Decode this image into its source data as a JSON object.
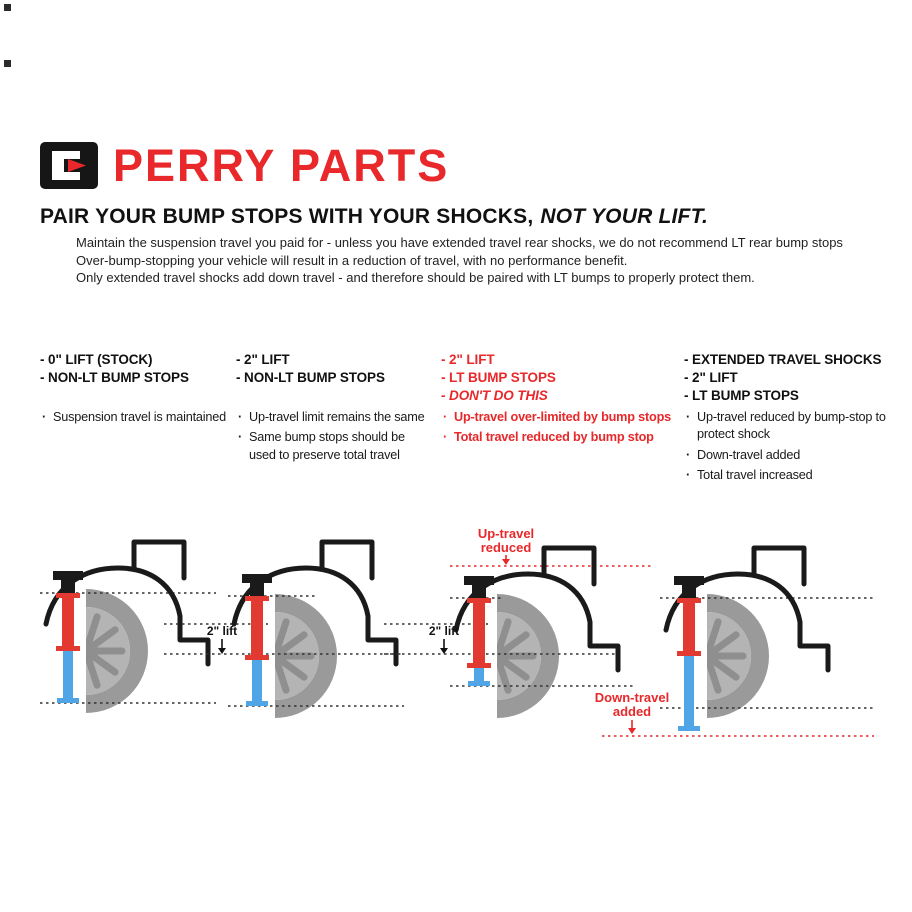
{
  "brand": {
    "name": "PERRY PARTS"
  },
  "headline": {
    "main": "PAIR YOUR BUMP STOPS WITH YOUR SHOCKS,",
    "emphasis": "NOT YOUR LIFT."
  },
  "intro": {
    "lines": [
      "Maintain the suspension travel you paid for - unless you have extended travel rear shocks, we do not recommend LT rear bump stops",
      "Over-bump-stopping your vehicle will result in a reduction of travel, with no performance benefit.",
      "Only extended travel shocks add down travel - and therefore should be paired with LT bumps to properly protect them."
    ]
  },
  "columns": [
    {
      "headers": [
        "- 0\" LIFT (STOCK)",
        "- NON-LT BUMP STOPS"
      ],
      "bullets": [
        "Suspension travel is maintained"
      ]
    },
    {
      "headers": [
        "- 2\" LIFT",
        "- NON-LT BUMP STOPS"
      ],
      "bullets": [
        "Up-travel limit remains the same",
        "Same bump stops should be used to preserve total travel"
      ]
    },
    {
      "headers": [
        "- 2\" LIFT",
        "- LT BUMP STOPS",
        "- DON'T DO THIS"
      ],
      "bullets": [
        "Up-travel over-limited by bump stops",
        "Total travel reduced by bump stop"
      ]
    },
    {
      "headers": [
        "- EXTENDED TRAVEL SHOCKS",
        "- 2\" LIFT",
        "- LT BUMP STOPS"
      ],
      "bullets": [
        "Up-travel reduced by bump-stop to protect shock",
        "Down-travel added",
        "Total travel increased"
      ]
    }
  ],
  "diagram_labels": {
    "lift_d2": "2\" lift",
    "lift_d3": "2\" lift",
    "up_travel_line1": "Up-travel",
    "up_travel_line2": "reduced",
    "down_travel_line1": "Down-travel",
    "down_travel_line2": "added"
  },
  "colors": {
    "accent_red": "#e8282a",
    "bar_red": "#e23a31",
    "bar_blue": "#4fa5e5",
    "tire_gray": "#9a9a9a",
    "fender_black": "#1a1a1a"
  }
}
